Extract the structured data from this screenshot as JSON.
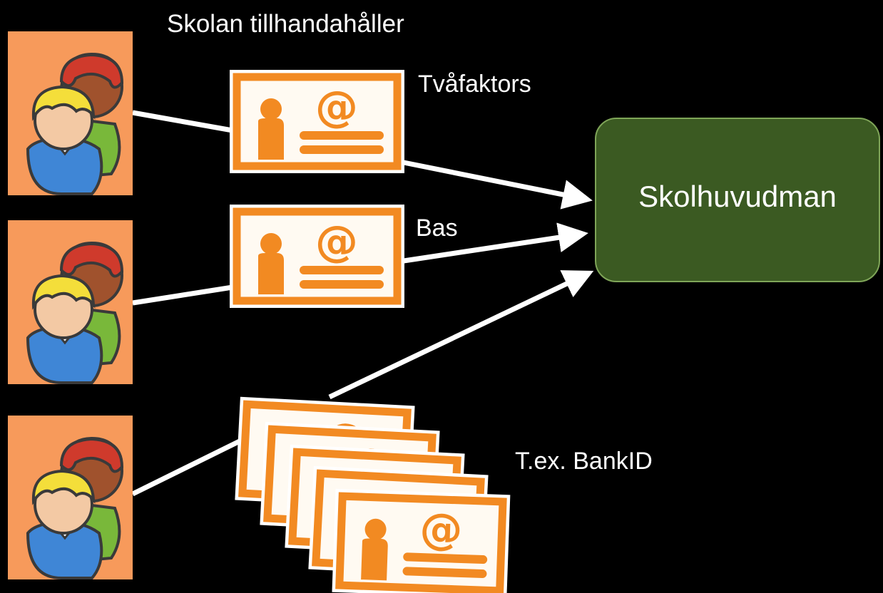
{
  "heading": "Skolan tillhandahåller",
  "target": {
    "label": "Skolhuvudman",
    "fill": "#3b5a22",
    "border": "#7fa558"
  },
  "credentials": [
    {
      "label": "Tvåfaktors"
    },
    {
      "label": "Bas"
    },
    {
      "label": "T.ex. BankID"
    }
  ],
  "icons": {
    "user_group": "user-group-icon",
    "id_card": "id-card-icon",
    "at_sign": "@"
  },
  "colors": {
    "background": "#000000",
    "icon_tile": "#f79a5b",
    "card_orange": "#f28a22",
    "arrow": "#ffffff"
  }
}
